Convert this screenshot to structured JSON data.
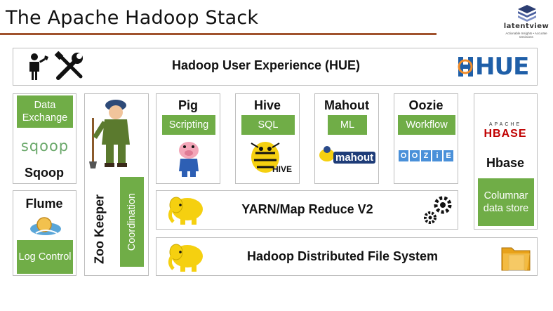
{
  "header": {
    "title": "The Apache Hadoop Stack",
    "brand_name": "latentview",
    "brand_tagline": "Actionable Insights • Accurate Decisions"
  },
  "hue": {
    "label": "Hadoop User Experience (HUE)",
    "logo_text": "HUE"
  },
  "sqoop": {
    "function": "Data Exchange",
    "logo_text": "sqoop",
    "label": "Sqoop"
  },
  "flume": {
    "label": "Flume",
    "function": "Log Control"
  },
  "zookeeper": {
    "label": "Zoo Keeper",
    "function": "Coordination"
  },
  "pig": {
    "label": "Pig",
    "function": "Scripting"
  },
  "hive": {
    "label": "Hive",
    "function": "SQL",
    "logo_text": "HIVE"
  },
  "mahout": {
    "label": "Mahout",
    "function": "ML",
    "logo_text": "mahout"
  },
  "oozie": {
    "label": "Oozie",
    "function": "Workflow",
    "logo_letters": [
      "O",
      "O",
      "Z",
      "i",
      "E"
    ]
  },
  "hbase": {
    "logo_top": "APACHE",
    "logo_main": "HBASE",
    "label": "Hbase",
    "function": "Columnar data store"
  },
  "yarn": {
    "label": "YARN/Map Reduce V2"
  },
  "hdfs": {
    "label": "Hadoop Distributed File System"
  },
  "colors": {
    "accent_green": "#70ad47",
    "box_border": "#bdbdbd",
    "title_rule": "#a0522d",
    "hbase_red": "#c00000",
    "hue_blue": "#1f5fa8",
    "elephant_yellow": "#f5d010"
  }
}
